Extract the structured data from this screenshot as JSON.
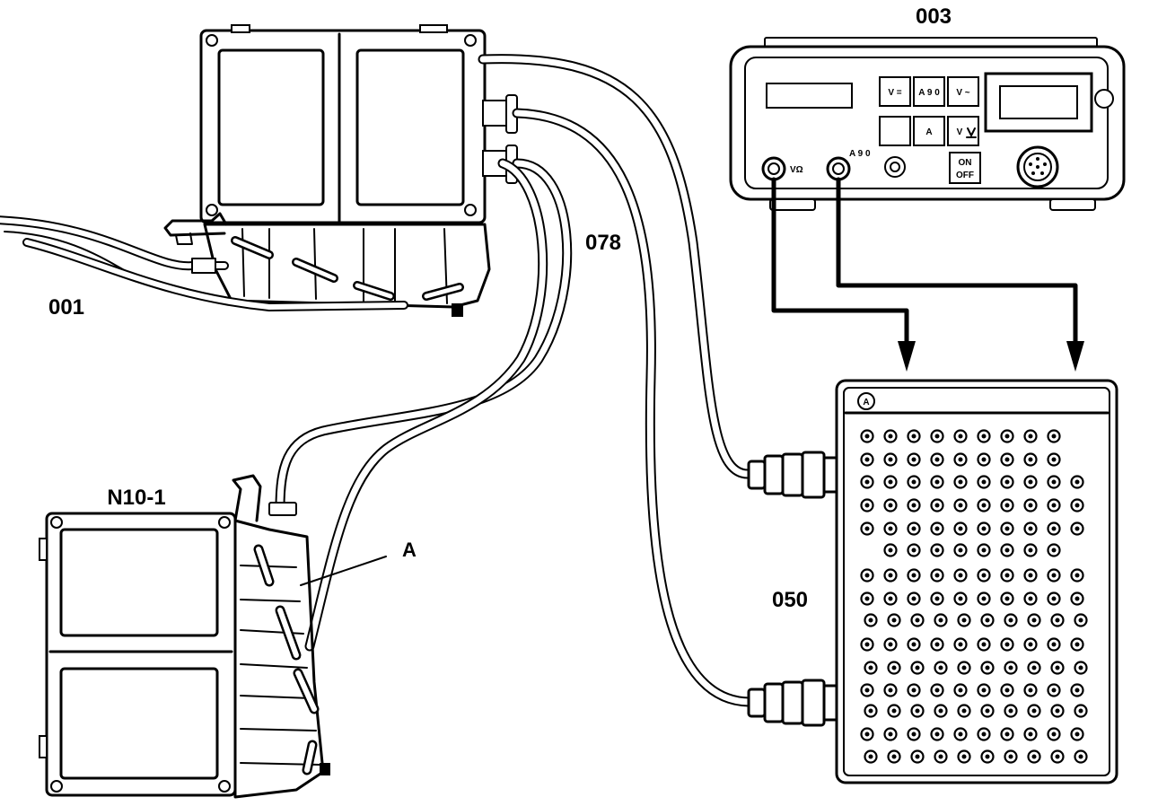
{
  "labels": {
    "unit_003": "003",
    "unit_001": "001",
    "cable_078": "078",
    "box_050": "050",
    "unit_n10": "N10-1",
    "part_a": "A"
  },
  "meter": {
    "buttons": [
      "V =",
      "A 9 0",
      "V ~",
      "",
      "A",
      "V"
    ],
    "power_on": "ON",
    "power_off": "OFF",
    "jack_left_label": "VΩ",
    "jack_right_label": "A 9 0"
  },
  "breakout": {
    "corner_mark": "A"
  }
}
